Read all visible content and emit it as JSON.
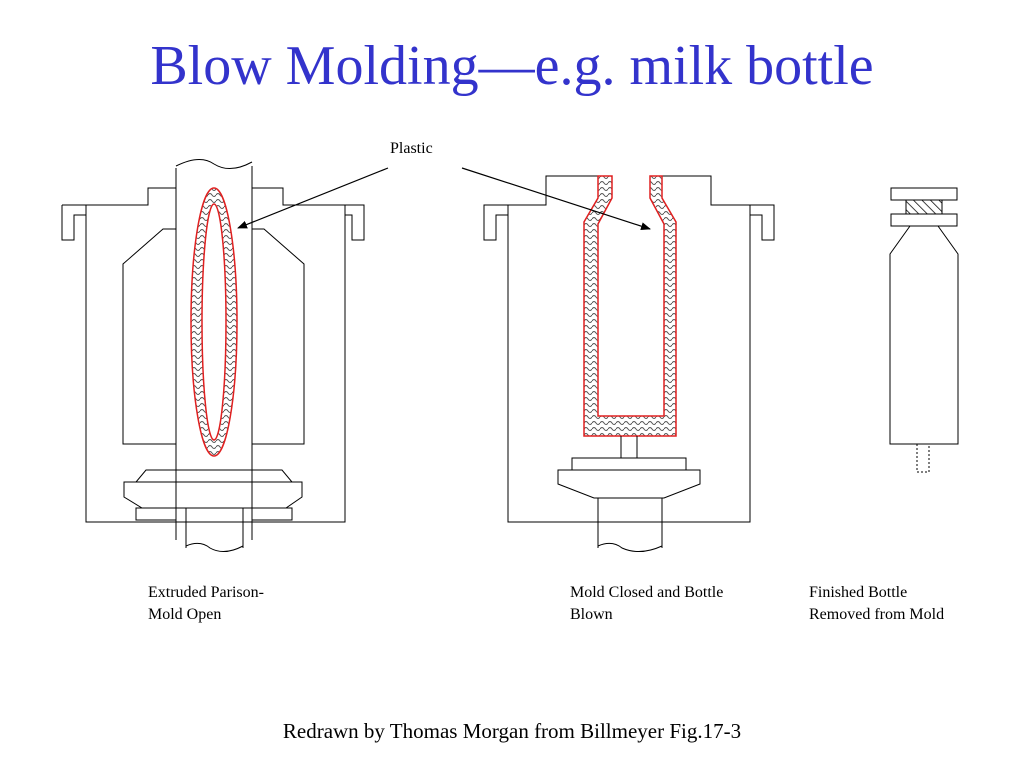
{
  "slide": {
    "title": "Blow Molding—e.g. milk bottle",
    "credit": "Redrawn by Thomas Morgan from Billmeyer Fig.17-3"
  },
  "diagram": {
    "callout_label": "Plastic",
    "captions": [
      {
        "line1": "Extruded Parison-",
        "line2": "Mold Open"
      },
      {
        "line1": "Mold Closed and Bottle",
        "line2": "Blown"
      },
      {
        "line1": "Finished Bottle",
        "line2": "Removed from Mold"
      }
    ],
    "colors": {
      "title": "#3333cc",
      "plastic_outline": "#e02020",
      "plastic_fill": "#888888",
      "line": "#000000"
    }
  }
}
